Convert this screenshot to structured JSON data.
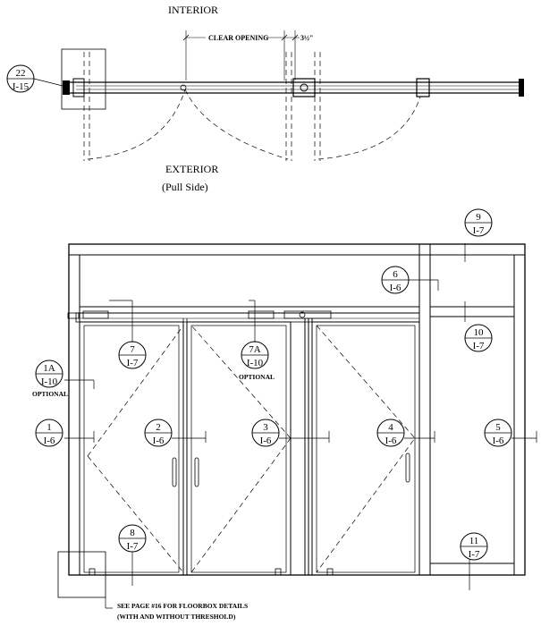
{
  "plan": {
    "interior_label": "INTERIOR",
    "exterior_label": "EXTERIOR",
    "pull_side_label": "(Pull Side)",
    "clear_opening_label": "CLEAR OPENING",
    "offset_dim": "3½\"",
    "section_tag": {
      "num": "22",
      "sheet": "I-15"
    }
  },
  "elevation": {
    "tags": [
      {
        "id": "t9",
        "num": "9",
        "sheet": "I-7"
      },
      {
        "id": "t6",
        "num": "6",
        "sheet": "I-6"
      },
      {
        "id": "t10",
        "num": "10",
        "sheet": "I-7"
      },
      {
        "id": "t7",
        "num": "7",
        "sheet": "I-7"
      },
      {
        "id": "t7a",
        "num": "7A",
        "sheet": "I-10"
      },
      {
        "id": "t1a",
        "num": "1A",
        "sheet": "I-10"
      },
      {
        "id": "t1",
        "num": "1",
        "sheet": "I-6"
      },
      {
        "id": "t2",
        "num": "2",
        "sheet": "I-6"
      },
      {
        "id": "t3",
        "num": "3",
        "sheet": "I-6"
      },
      {
        "id": "t4",
        "num": "4",
        "sheet": "I-6"
      },
      {
        "id": "t5",
        "num": "5",
        "sheet": "I-6"
      },
      {
        "id": "t8",
        "num": "8",
        "sheet": "I-7"
      },
      {
        "id": "t11",
        "num": "11",
        "sheet": "I-7"
      }
    ],
    "optional_label": "OPTIONAL",
    "note_line1": "SEE PAGE #16 FOR FLOORBOX DETAILS",
    "note_line2": "(WITH AND WITHOUT THRESHOLD)"
  }
}
